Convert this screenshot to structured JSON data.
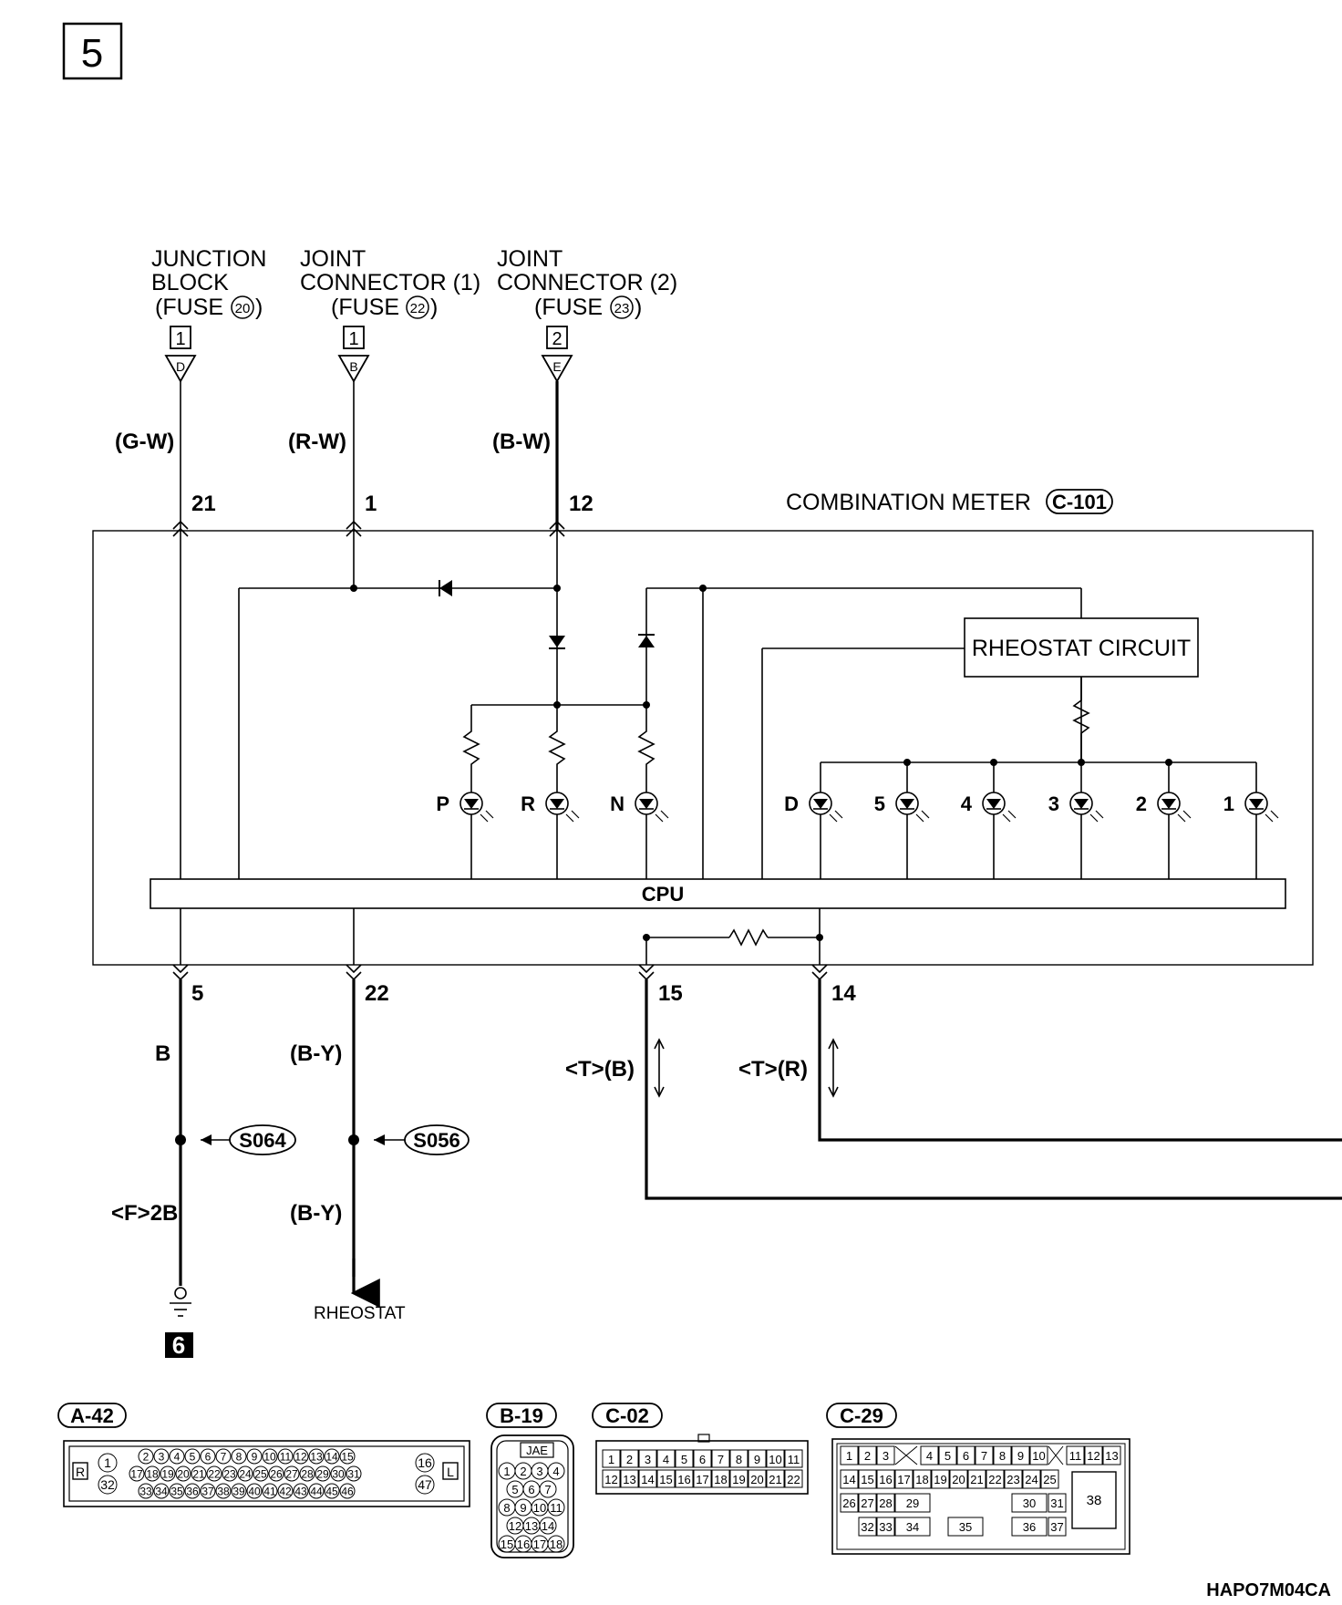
{
  "page_number": "5",
  "diagram_code": "HAPO7M04CA",
  "sources": [
    {
      "line1": "JUNCTION",
      "line2": "BLOCK",
      "fuse_prefix": "(FUSE",
      "fuse_no": "20",
      "fuse_suffix": ")",
      "box": "1",
      "conn": "D",
      "wire": "(G-W)",
      "pin": "21"
    },
    {
      "line1": "JOINT",
      "line2": "CONNECTOR (1)",
      "fuse_prefix": "(FUSE",
      "fuse_no": "22",
      "fuse_suffix": ")",
      "box": "1",
      "conn": "B",
      "wire": "(R-W)",
      "pin": "1"
    },
    {
      "line1": "JOINT",
      "line2": "CONNECTOR (2)",
      "fuse_prefix": "(FUSE",
      "fuse_no": "23",
      "fuse_suffix": ")",
      "box": "2",
      "conn": "E",
      "wire": "(B-W)",
      "pin": "12"
    }
  ],
  "meter": {
    "title": "COMBINATION METER",
    "connector": "C-101",
    "rheostat_circuit": "RHEOSTAT CIRCUIT",
    "cpu": "CPU"
  },
  "leds_left": [
    "P",
    "R",
    "N"
  ],
  "leds_right": [
    "D",
    "5",
    "4",
    "3",
    "2",
    "1"
  ],
  "outputs": [
    {
      "pin": "5",
      "wire": "B"
    },
    {
      "pin": "22",
      "wire": "(B-Y)"
    },
    {
      "pin": "15",
      "wire": "<T>(B)"
    },
    {
      "pin": "14",
      "wire": "<T>(R)"
    }
  ],
  "splices": [
    "S064",
    "S056"
  ],
  "lower_wires": [
    "<F>2B",
    "(B-Y)"
  ],
  "ground_ref": "6",
  "rheostat_label": "RHEOSTAT",
  "connectors": {
    "a42": {
      "name": "A-42",
      "left_tag": "R",
      "right_tag": "L",
      "row1": [
        "2",
        "3",
        "4",
        "5",
        "6",
        "7",
        "8",
        "9",
        "10",
        "11",
        "12",
        "13",
        "14",
        "15"
      ],
      "row2": [
        "17",
        "18",
        "19",
        "20",
        "21",
        "22",
        "23",
        "24",
        "25",
        "26",
        "27",
        "28",
        "29",
        "30",
        "31"
      ],
      "row3": [
        "33",
        "34",
        "35",
        "36",
        "37",
        "38",
        "39",
        "40",
        "41",
        "42",
        "43",
        "44",
        "45",
        "46"
      ],
      "left_pins": [
        "1",
        "32"
      ],
      "right_pins": [
        "16",
        "47"
      ]
    },
    "b19": {
      "name": "B-19",
      "maker": "JAE",
      "rows": [
        [
          "1",
          "2",
          "3",
          "4"
        ],
        [
          "5",
          "6",
          "7"
        ],
        [
          "8",
          "9",
          "10",
          "11"
        ],
        [
          "12",
          "13",
          "14"
        ],
        [
          "15",
          "16",
          "17",
          "18"
        ]
      ]
    },
    "c02": {
      "name": "C-02",
      "row1": [
        "1",
        "2",
        "3",
        "4",
        "5",
        "6",
        "7",
        "8",
        "9",
        "10",
        "11"
      ],
      "row2": [
        "12",
        "13",
        "14",
        "15",
        "16",
        "17",
        "18",
        "19",
        "20",
        "21",
        "22"
      ]
    },
    "c29": {
      "name": "C-29",
      "row1": [
        "1",
        "2",
        "3",
        "4",
        "5",
        "6",
        "7",
        "8",
        "9",
        "10",
        "11",
        "12",
        "13"
      ],
      "row2": [
        "14",
        "15",
        "16",
        "17",
        "18",
        "19",
        "20",
        "21",
        "22",
        "23",
        "24",
        "25"
      ],
      "row3": [
        "26",
        "27",
        "28",
        "29",
        "30",
        "31"
      ],
      "row4": [
        "32",
        "33",
        "34",
        "35",
        "36",
        "37"
      ],
      "big": "38"
    }
  }
}
